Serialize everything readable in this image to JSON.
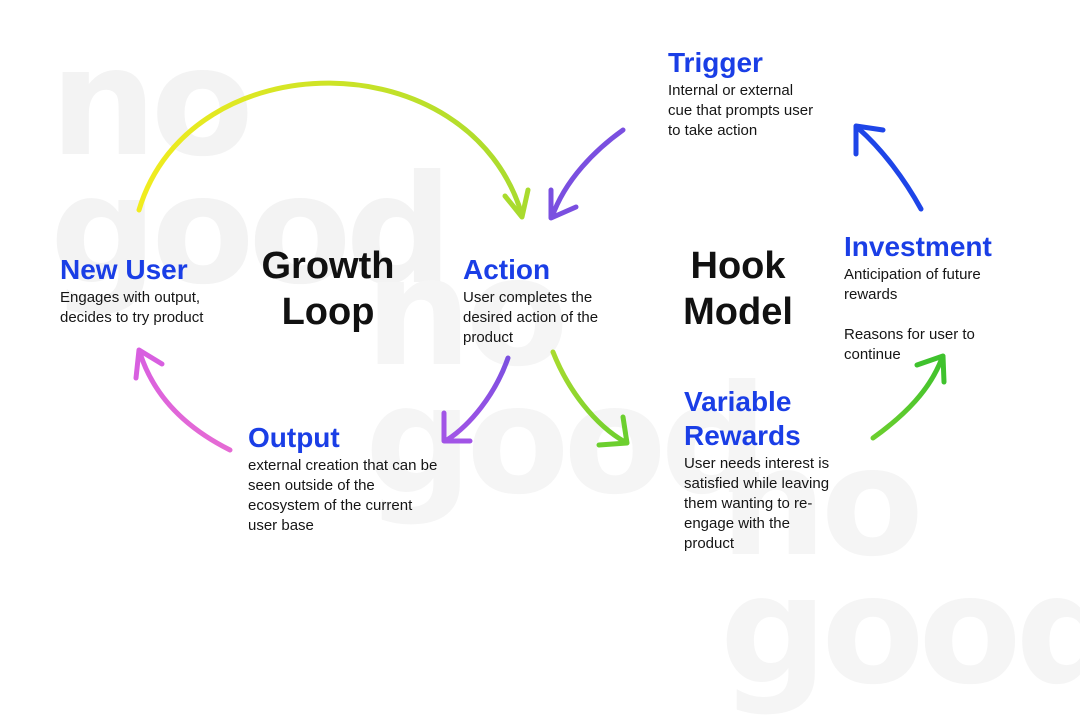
{
  "watermark": {
    "line1": "no",
    "line2": "good"
  },
  "growth_loop": {
    "title_line1": "Growth",
    "title_line2": "Loop",
    "new_user": {
      "title": "New User",
      "desc_lines": [
        "Engages with output,",
        "decides to try product"
      ]
    },
    "output": {
      "title": "Output",
      "desc_lines": [
        "external creation that can be",
        "seen outside of the",
        "ecosystem of the current",
        "user base"
      ]
    }
  },
  "action": {
    "title": "Action",
    "desc_lines": [
      "User completes the",
      "desired action of the",
      "product"
    ]
  },
  "hook_model": {
    "title_line1": "Hook",
    "title_line2": "Model",
    "trigger": {
      "title": "Trigger",
      "desc_lines": [
        "Internal or external",
        "cue that prompts user",
        "to take action"
      ]
    },
    "investment": {
      "title": "Investment",
      "desc_lines": [
        "Anticipation of future",
        "rewards",
        "",
        "Reasons for user to",
        "continue"
      ]
    },
    "variable_rewards": {
      "title_lines": [
        "Variable",
        "Rewards"
      ],
      "desc_lines": [
        "User needs interest is",
        "satisfied while leaving",
        "them wanting to re-",
        "engage with the",
        "product"
      ]
    }
  },
  "colors": {
    "title_blue": "#1a3ee6",
    "arrow_yellow": "#f1ec1f",
    "arrow_yellowgreen": "#a9db2e",
    "arrow_purple": "#7a4fe0",
    "arrow_violet": "#9b55e6",
    "arrow_green": "#7bd12e",
    "arrow_bright_green": "#48c62d",
    "arrow_pink": "#e06ad9",
    "arrow_blue": "#1e45e8"
  }
}
